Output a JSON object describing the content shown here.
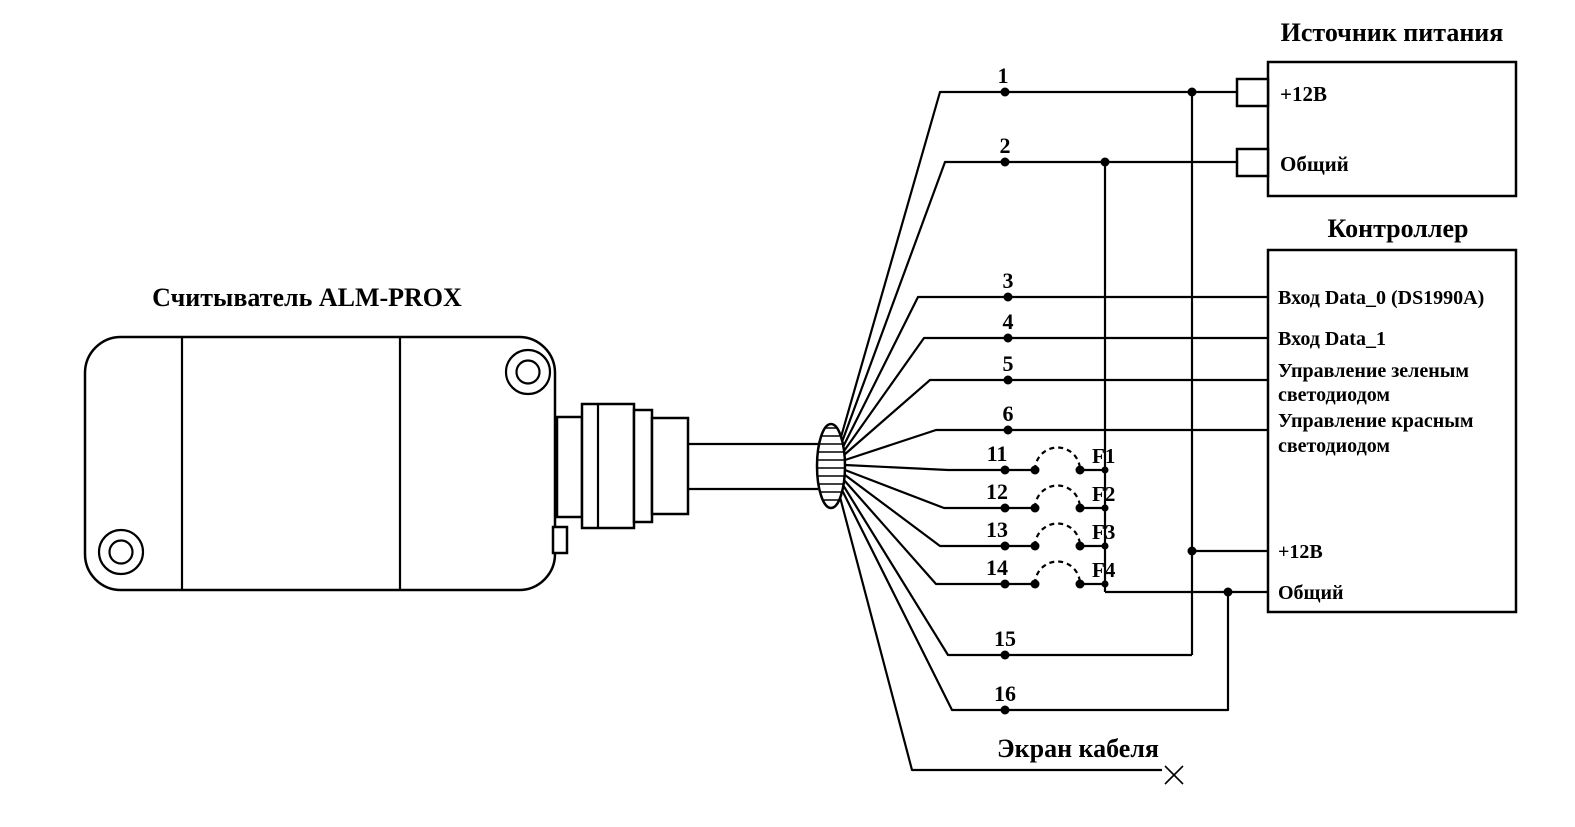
{
  "diagram": {
    "reader": {
      "label": "Считыватель ALM-PROX"
    },
    "power_supply": {
      "title": "Источник питания",
      "terminals": [
        {
          "label": "+12В"
        },
        {
          "label": "Общий"
        }
      ]
    },
    "controller": {
      "title": "Контроллер",
      "pins": [
        {
          "line1": "Вход Data_0 (DS1990A)"
        },
        {
          "line1": "Вход Data_1"
        },
        {
          "line1": "Управление зеленым",
          "line2": "светодиодом"
        },
        {
          "line1": "Управление красным",
          "line2": "светодиодом"
        },
        {
          "line1": "+12В"
        },
        {
          "line1": "Общий"
        }
      ]
    },
    "wires": [
      {
        "num": "1"
      },
      {
        "num": "2"
      },
      {
        "num": "3"
      },
      {
        "num": "4"
      },
      {
        "num": "5"
      },
      {
        "num": "6"
      },
      {
        "num": "11"
      },
      {
        "num": "12"
      },
      {
        "num": "13"
      },
      {
        "num": "14"
      },
      {
        "num": "15"
      },
      {
        "num": "16"
      }
    ],
    "jumpers": [
      {
        "label": "F1"
      },
      {
        "label": "F2"
      },
      {
        "label": "F3"
      },
      {
        "label": "F4"
      }
    ],
    "shield": {
      "label": "Экран кабеля"
    }
  }
}
